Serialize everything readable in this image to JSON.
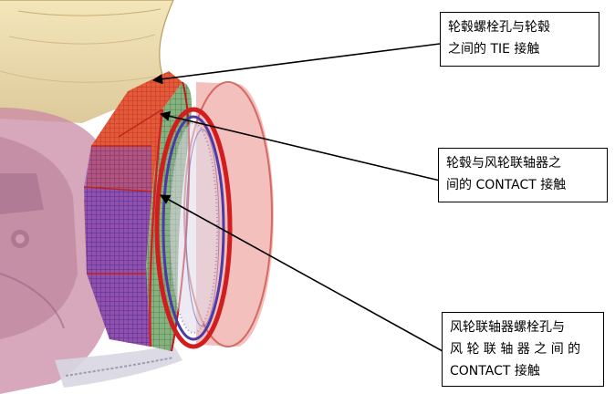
{
  "callouts": [
    {
      "id": "tie",
      "text": "轮毂螺栓孔与轮毂\n之间的 TIE 接触"
    },
    {
      "id": "contact1",
      "text": "轮毂与风轮联轴器之\n间的 CONTACT 接触"
    },
    {
      "id": "contact2",
      "text": "风轮联轴器螺栓孔与\n风 轮 联 轴 器 之 间 的\nCONTACT 接触"
    }
  ],
  "colors": {
    "hub_shell": "#e6d39c",
    "pink_body": "#c98aa4",
    "bolt_ring_red": "#e8503a",
    "mesh_blue": "#4e3fb0",
    "green_band": "#6fa56b",
    "coupling_pink": "#e98d86",
    "arrow": "#000000"
  }
}
